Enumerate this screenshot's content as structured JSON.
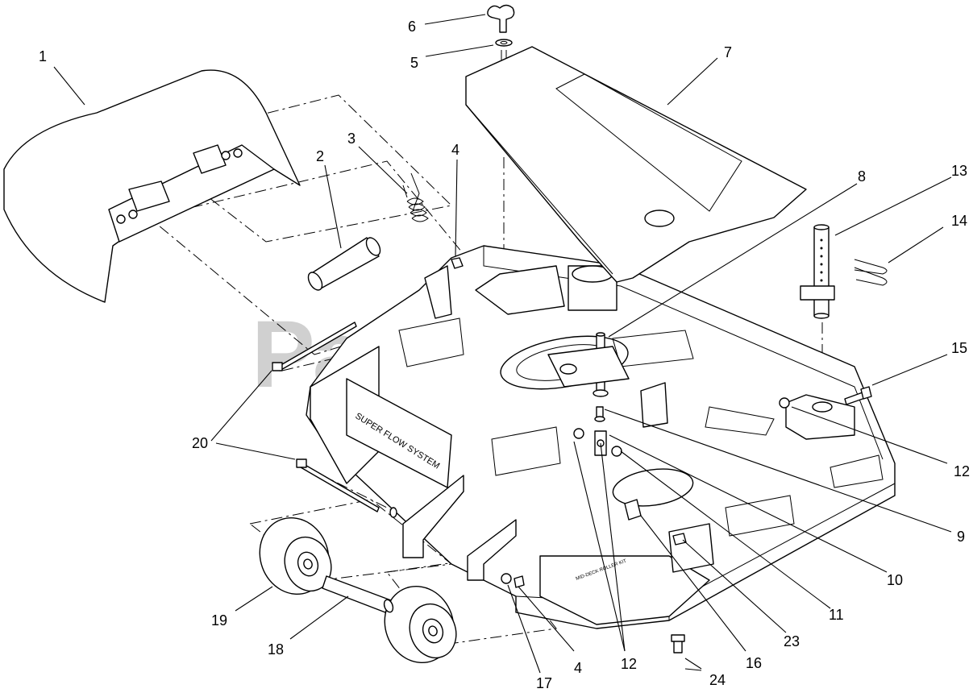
{
  "watermark": {
    "brand": "PartsTree",
    "trademark": "TM"
  },
  "decals": {
    "super_flow": "SUPER FLOW SYSTEM",
    "roller_decal": "MID-DECK ROLLER KIT"
  },
  "callouts": [
    {
      "id": "c1",
      "label": "1"
    },
    {
      "id": "c2",
      "label": "2"
    },
    {
      "id": "c3",
      "label": "3"
    },
    {
      "id": "c4a",
      "label": "4"
    },
    {
      "id": "c5",
      "label": "5"
    },
    {
      "id": "c6",
      "label": "6"
    },
    {
      "id": "c7",
      "label": "7"
    },
    {
      "id": "c8",
      "label": "8"
    },
    {
      "id": "c9",
      "label": "9"
    },
    {
      "id": "c10",
      "label": "10"
    },
    {
      "id": "c11",
      "label": "11"
    },
    {
      "id": "c12a",
      "label": "12"
    },
    {
      "id": "c13",
      "label": "13"
    },
    {
      "id": "c14",
      "label": "14"
    },
    {
      "id": "c15",
      "label": "15"
    },
    {
      "id": "c16",
      "label": "16"
    },
    {
      "id": "c17",
      "label": "17"
    },
    {
      "id": "c18",
      "label": "18"
    },
    {
      "id": "c19",
      "label": "19"
    },
    {
      "id": "c20",
      "label": "20"
    },
    {
      "id": "c23",
      "label": "23"
    },
    {
      "id": "c24",
      "label": "24"
    },
    {
      "id": "c4b",
      "label": "4"
    },
    {
      "id": "c12b",
      "label": "12"
    }
  ]
}
